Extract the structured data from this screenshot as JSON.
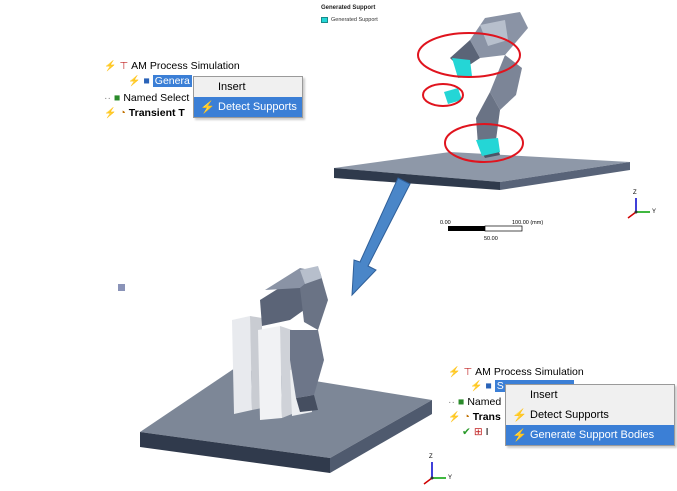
{
  "legend": {
    "title": "Generated Support",
    "item": "Generated Support",
    "swatch_color": "#24d6d6"
  },
  "tree_top": {
    "root": "AM Process Simulation",
    "child_selected": "Genera",
    "named_selections": "Named Select",
    "transient": "Transient T"
  },
  "menu_top": {
    "insert": "Insert",
    "detect": "Detect Supports"
  },
  "tree_bottom": {
    "root": "AM Process Simulation",
    "child_selected": "S",
    "named_selections": "Named",
    "transient": "Trans",
    "child4": "I"
  },
  "menu_bottom": {
    "insert": "Insert",
    "detect": "Detect Supports",
    "generate": "Generate Support Bodies"
  },
  "scale": {
    "left": "0.00",
    "right": "100.00 (mm)",
    "mid": "50.00"
  },
  "axes": {
    "z": "Z",
    "y": "Y"
  },
  "colors": {
    "highlight": "#3b7fd6",
    "annotation_red": "#e0141e",
    "arrow_blue": "#4a86c8",
    "plate": "#7d8797",
    "part": "#6b7488"
  }
}
